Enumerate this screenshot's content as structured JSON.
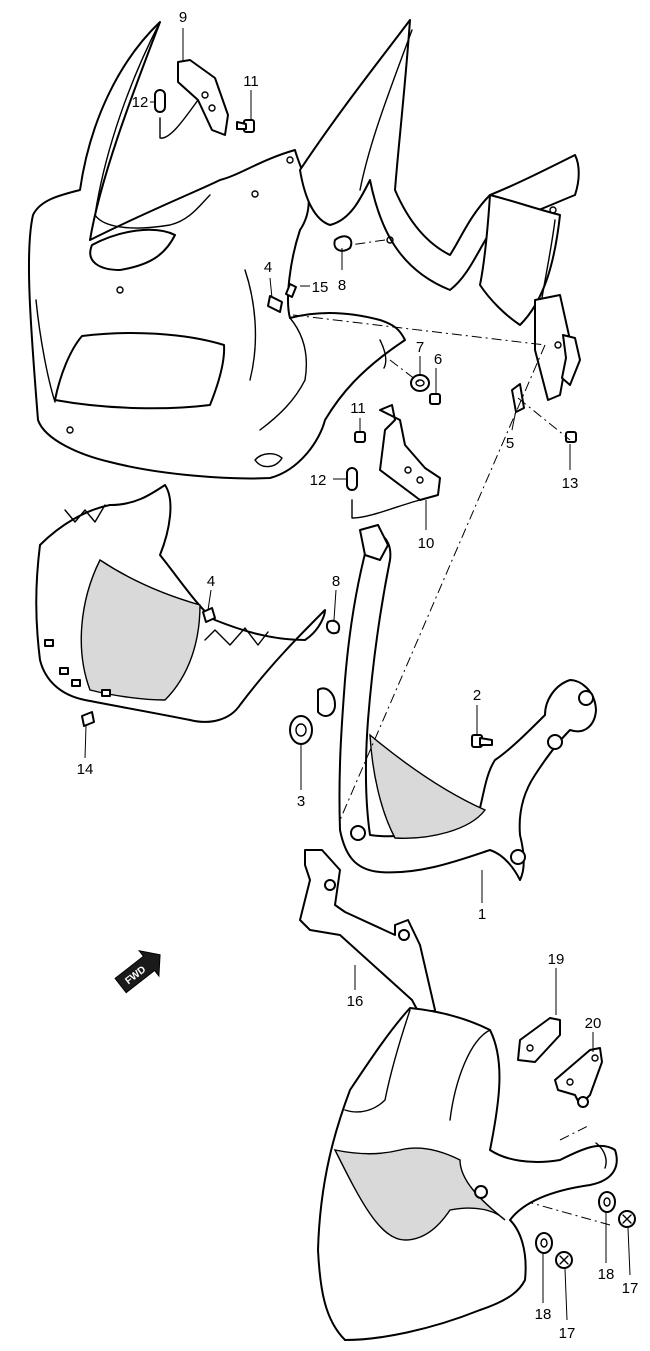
{
  "diagram": {
    "callouts": [
      {
        "id": "c9",
        "label": "9"
      },
      {
        "id": "c11a",
        "label": "11"
      },
      {
        "id": "c12a",
        "label": "12"
      },
      {
        "id": "c4a",
        "label": "4"
      },
      {
        "id": "c15",
        "label": "15"
      },
      {
        "id": "c8a",
        "label": "8"
      },
      {
        "id": "c7",
        "label": "7"
      },
      {
        "id": "c6",
        "label": "6"
      },
      {
        "id": "c5",
        "label": "5"
      },
      {
        "id": "c13",
        "label": "13"
      },
      {
        "id": "c11b",
        "label": "11"
      },
      {
        "id": "c12b",
        "label": "12"
      },
      {
        "id": "c10",
        "label": "10"
      },
      {
        "id": "c4b",
        "label": "4"
      },
      {
        "id": "c8b",
        "label": "8"
      },
      {
        "id": "c14",
        "label": "14"
      },
      {
        "id": "c2",
        "label": "2"
      },
      {
        "id": "c3",
        "label": "3"
      },
      {
        "id": "c1",
        "label": "1"
      },
      {
        "id": "c16",
        "label": "16"
      },
      {
        "id": "c19",
        "label": "19"
      },
      {
        "id": "c20",
        "label": "20"
      },
      {
        "id": "c18a",
        "label": "18"
      },
      {
        "id": "c17a",
        "label": "17"
      },
      {
        "id": "c18b",
        "label": "18"
      },
      {
        "id": "c17b",
        "label": "17"
      }
    ],
    "fwd_label": "FWD"
  }
}
